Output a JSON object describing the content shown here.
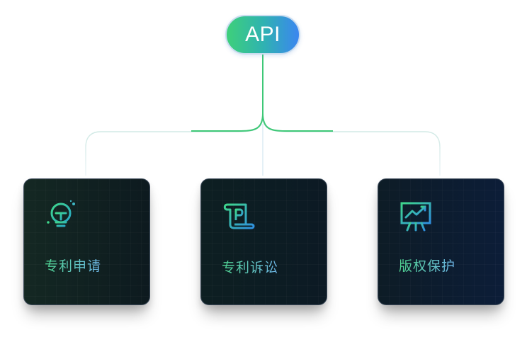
{
  "diagram": {
    "root": {
      "label": "API"
    },
    "nodes": [
      {
        "label": "专利申请",
        "icon": "lightbulb-icon"
      },
      {
        "label": "专利诉讼",
        "icon": "scroll-p-icon"
      },
      {
        "label": "版权保护",
        "icon": "presentation-chart-icon"
      }
    ],
    "colors": {
      "accent_green": "#3ed07a",
      "accent_blue": "#3b86f0",
      "card_background": "#0d1a22"
    }
  }
}
